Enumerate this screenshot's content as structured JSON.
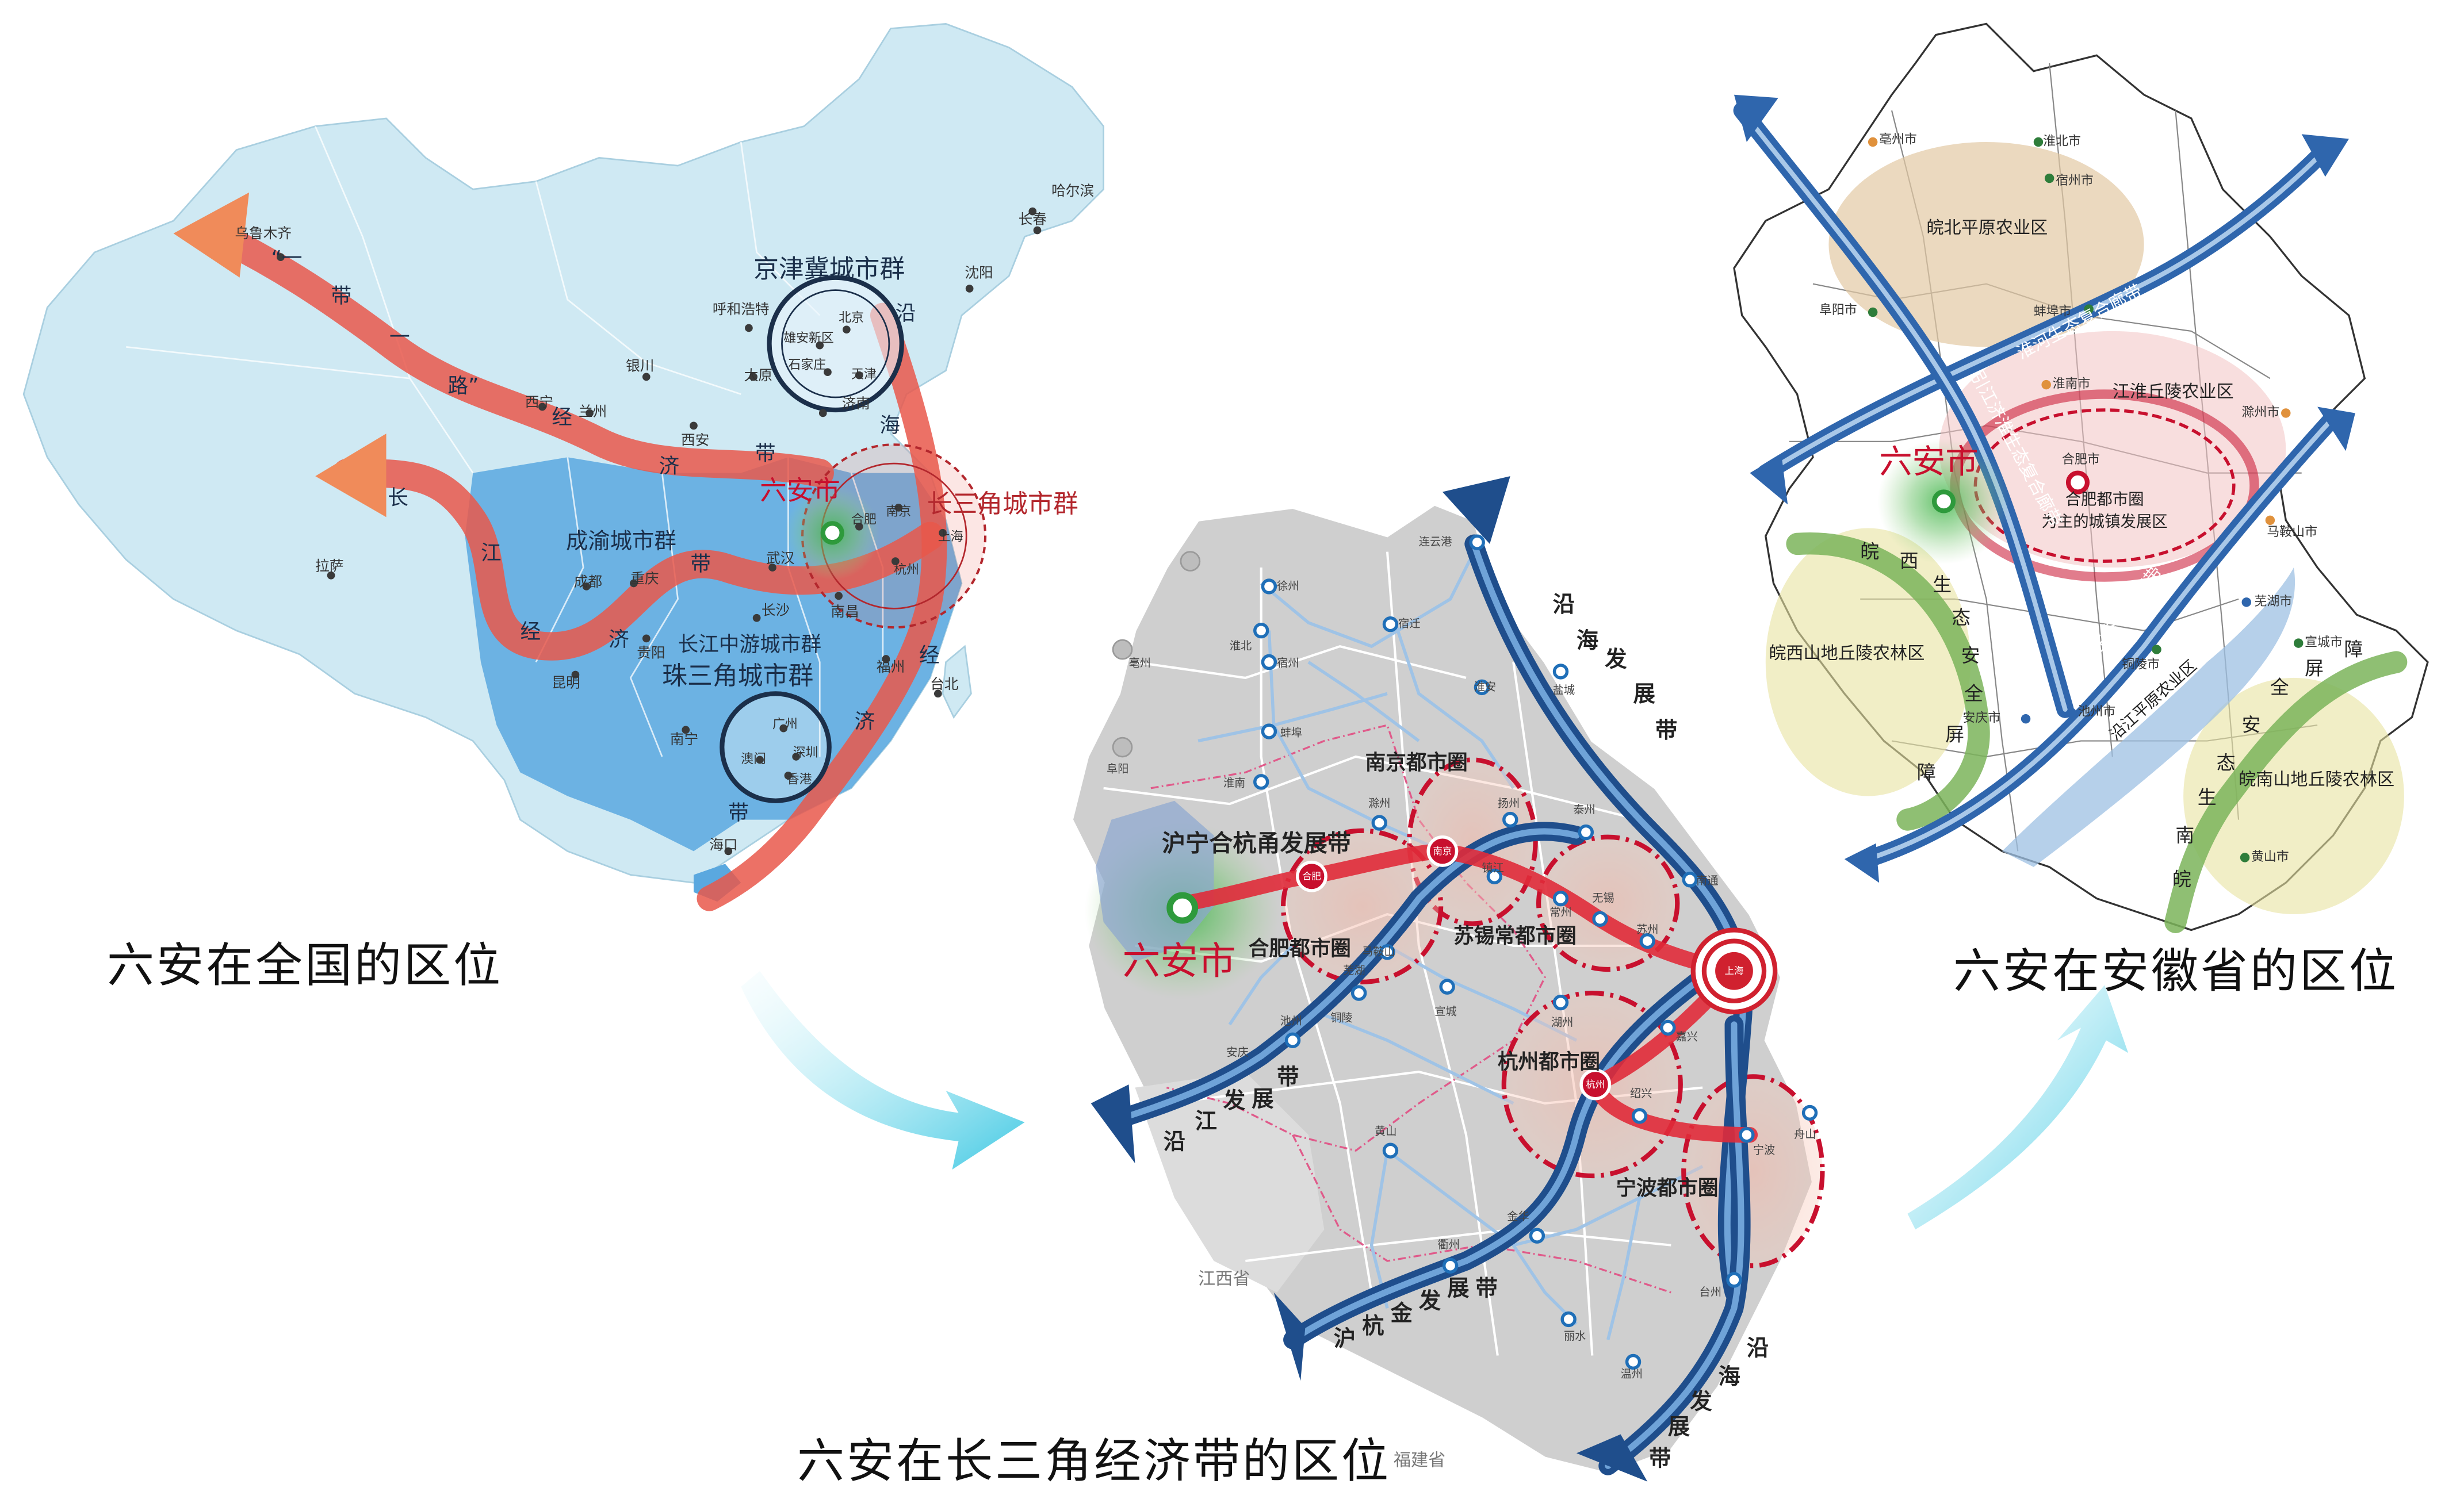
{
  "captions": {
    "national": "六安在全国的区位",
    "yrd": "六安在长三角经济带的区位",
    "anhui": "六安在安徽省的区位"
  },
  "national_map": {
    "clusters": {
      "jingjinji": "京津冀城市群",
      "yrd": "长三角城市群",
      "chengyu": "成渝城市群",
      "changjiang_mid": "长江中游城市群",
      "zhusanjiao": "珠三角城市群"
    },
    "highlight_city": "六安市",
    "cities": {
      "urumqi": "乌鲁木齐",
      "harbin": "哈尔滨",
      "changchun": "长春",
      "shenyang": "沈阳",
      "hohhot": "呼和浩特",
      "taiyuan": "太原",
      "yinchuan": "银川",
      "xining": "西宁",
      "lanzhou": "兰州",
      "xian": "西安",
      "lhasa": "拉萨",
      "chengdu": "成都",
      "chongqing": "重庆",
      "kunming": "昆明",
      "guiyang": "贵阳",
      "nanning": "南宁",
      "haikou": "海口",
      "changsha": "长沙",
      "wuhan": "武汉",
      "nanchang": "南昌",
      "fuzhou": "福州",
      "taibei": "台北",
      "jinan": "济南",
      "beijing": "北京",
      "tianjin": "天津",
      "xiongan": "雄安新区",
      "shijiazhuang": "石家庄",
      "hefei": "合肥",
      "nanjing": "南京",
      "hangzhou": "杭州",
      "shanghai": "上海",
      "guangzhou": "广州",
      "shenzhen": "深圳",
      "aomen": "澳门",
      "xianggang": "香港"
    },
    "belts": {
      "yidaiyilu": [
        "“一",
        "带",
        "一",
        "路”",
        "经",
        "济",
        "带"
      ],
      "changjiang": [
        "长",
        "江",
        "经",
        "济",
        "带"
      ],
      "yanhai": [
        "沿",
        "海",
        "经",
        "济",
        "带"
      ]
    }
  },
  "yrd_map": {
    "highlight_city": "六安市",
    "belts": {
      "huning": "沪宁合杭甬发展带",
      "yanhai_top": [
        "沿",
        "海",
        "发",
        "展",
        "带"
      ],
      "yanjiang": [
        "沿",
        "江",
        "发",
        "展",
        "带"
      ],
      "hujin": [
        "沪",
        "杭",
        "金",
        "发",
        "展",
        "带"
      ],
      "yanhai_bottom": [
        "沿",
        "海",
        "发",
        "展",
        "带"
      ]
    },
    "circles": {
      "nanjing": "南京都市圈",
      "hefei": "合肥都市圈",
      "sxc": "苏锡常都市圈",
      "hangzhou": "杭州都市圈",
      "ningbo": "宁波都市圈"
    },
    "hubs": {
      "hefei": "合肥",
      "nanjing": "南京",
      "shanghai": "上海",
      "hangzhou": "杭州"
    },
    "cities": {
      "lianyungang": "连云港",
      "xuzhou": "徐州",
      "suqian": "宿迁",
      "huaibei": "淮北",
      "suzhou_ah": "宿州",
      "bozhou": "亳州",
      "bengbu": "蚌埠",
      "fuyang": "阜阳",
      "huainan": "淮南",
      "huaian": "淮安",
      "yancheng": "盐城",
      "chuzhou": "滁州",
      "yangzhou": "扬州",
      "taizhou_js": "泰州",
      "nantong": "南通",
      "zhenjiang": "镇江",
      "changzhou": "常州",
      "wuxi": "无锡",
      "suzhou": "苏州",
      "maanshan": "马鞍山",
      "wuhu": "芜湖",
      "chizhou": "池州",
      "tongling": "铜陵",
      "anqing": "安庆",
      "xuancheng": "宣城",
      "huzhou": "湖州",
      "jiaxing": "嘉兴",
      "shaoxing": "绍兴",
      "ningbo": "宁波",
      "zhoushan": "舟山",
      "huangshan": "黄山",
      "jinhua": "金华",
      "quzhou": "衢州",
      "lishui": "丽水",
      "taizhou_zj": "台州",
      "wenzhou": "温州"
    },
    "provinces": {
      "jiangxi": "江西省",
      "fujian": "福建省"
    }
  },
  "anhui_map": {
    "highlight_city": "六安市",
    "zones": {
      "wanbei": "皖北平原农业区",
      "jianghuai": "江淮丘陵农业区",
      "hefei_core_1": "合肥都市圈",
      "hefei_core_2": "为主的城镇发展区",
      "wanxi": "皖西山地丘陵农林区",
      "yanjiang": "沿江平原农业区",
      "wannan": "皖南山地丘陵农林区"
    },
    "corridors": {
      "huaihe": "淮河生态复合廊带",
      "yinjiang": "引江济淮生态复合廊带",
      "changjiang": "长江生态复合廊带"
    },
    "barriers": {
      "wanxi": [
        "皖",
        "西",
        "生",
        "态",
        "安",
        "全",
        "屏",
        "障"
      ],
      "wannan": [
        "皖",
        "南",
        "生",
        "态",
        "安",
        "全",
        "屏",
        "障"
      ]
    },
    "cities": {
      "bozhou": "亳州市",
      "huaibei": "淮北市",
      "suzhou": "宿州市",
      "fuyang": "阜阳市",
      "bengbu": "蚌埠市",
      "huainan": "淮南市",
      "chuzhou": "滁州市",
      "hefei": "合肥市",
      "maanshan": "马鞍山市",
      "wuhu": "芜湖市",
      "xuancheng": "宣城市",
      "tongling": "铜陵市",
      "chizhou": "池州市",
      "anqing": "安庆市",
      "huangshan": "黄山市"
    }
  }
}
